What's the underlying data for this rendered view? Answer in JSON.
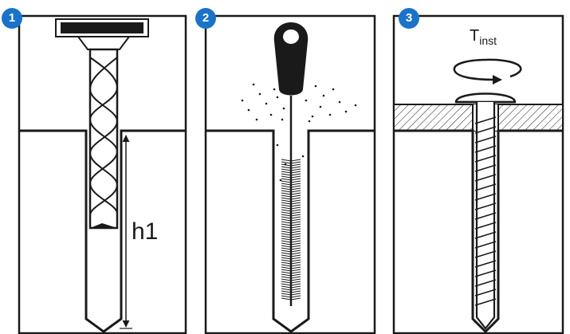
{
  "steps": [
    {
      "number": "1",
      "label": "h1"
    },
    {
      "number": "2"
    },
    {
      "number": "3",
      "label_main": "T",
      "label_sub": "inst"
    }
  ],
  "colors": {
    "badge": "#1a73c9",
    "line": "#1a1a1a",
    "background": "#ffffff"
  },
  "icons": {
    "step1": "drill-bit-icon",
    "step2": "cleaning-brush-icon",
    "step3": "screw-anchor-icon"
  }
}
